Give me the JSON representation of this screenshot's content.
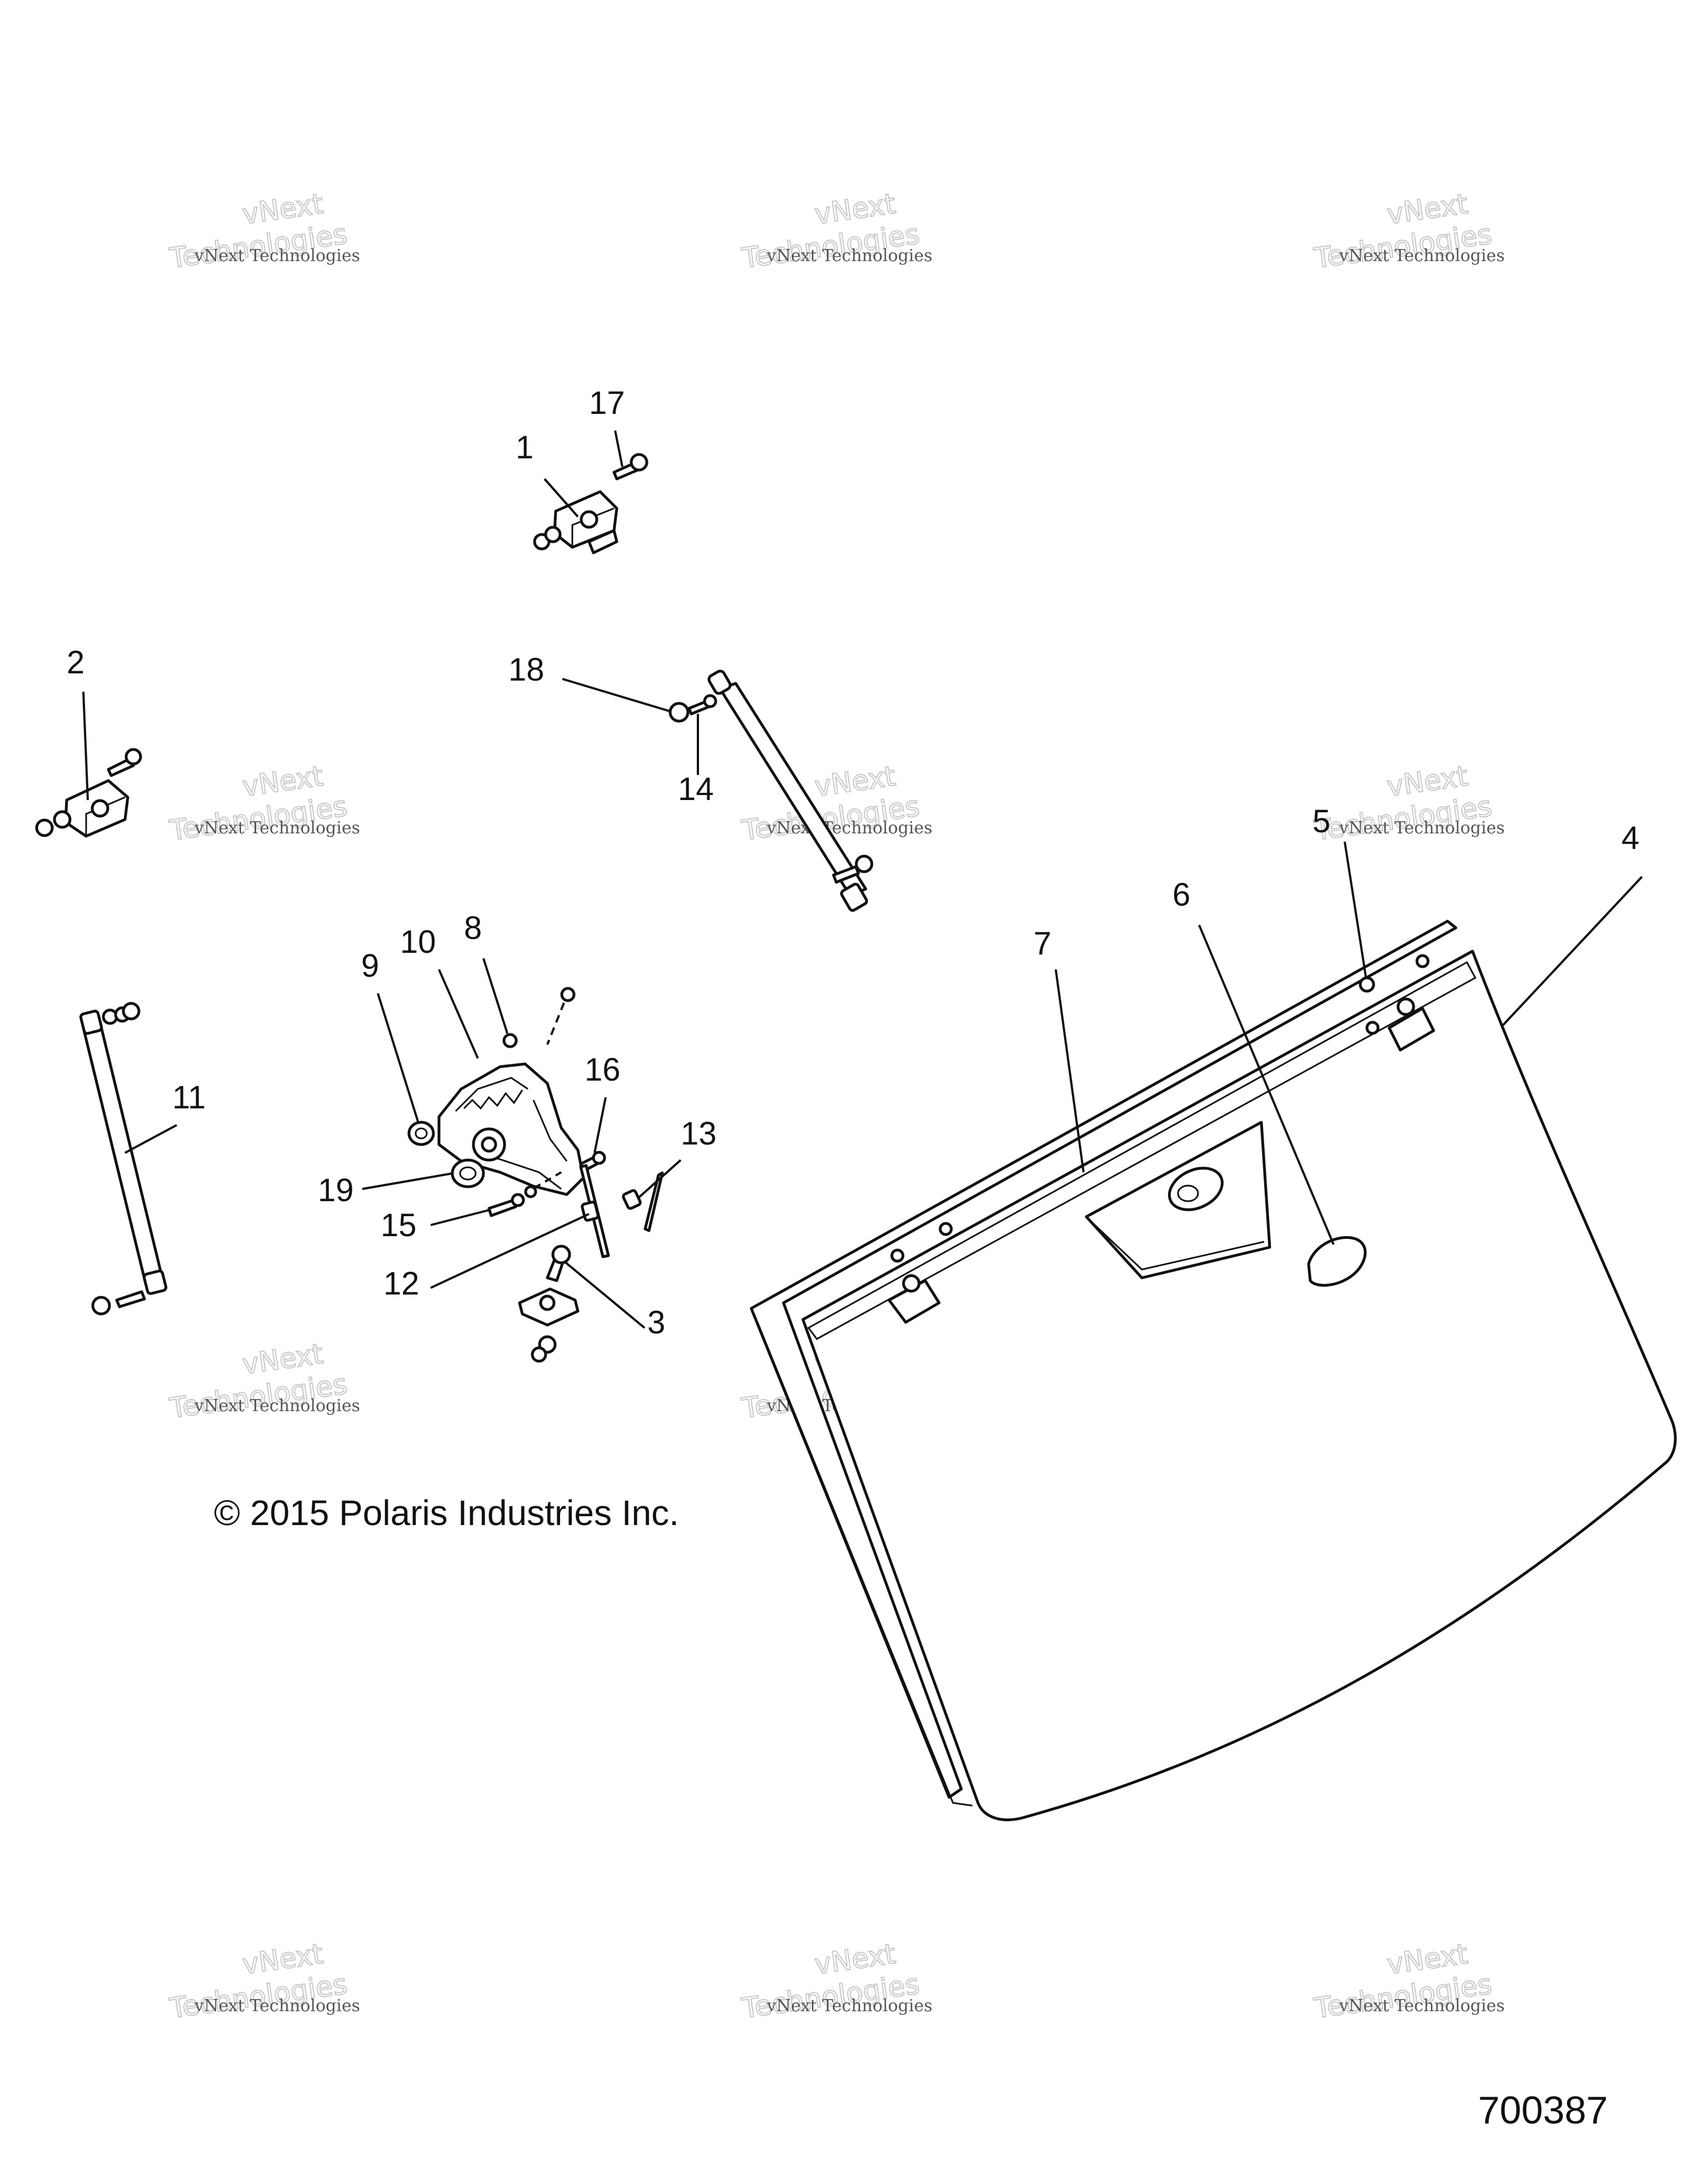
{
  "figure_number": "700387",
  "copyright": "© 2015 Polaris Industries Inc.",
  "watermark": {
    "line1": "vNext Technologies",
    "line2": "vNext",
    "line3": "Technologies"
  },
  "callouts": [
    "1",
    "2",
    "3",
    "4",
    "5",
    "6",
    "7",
    "8",
    "9",
    "10",
    "11",
    "12",
    "13",
    "14",
    "15",
    "16",
    "17",
    "18",
    "19"
  ]
}
